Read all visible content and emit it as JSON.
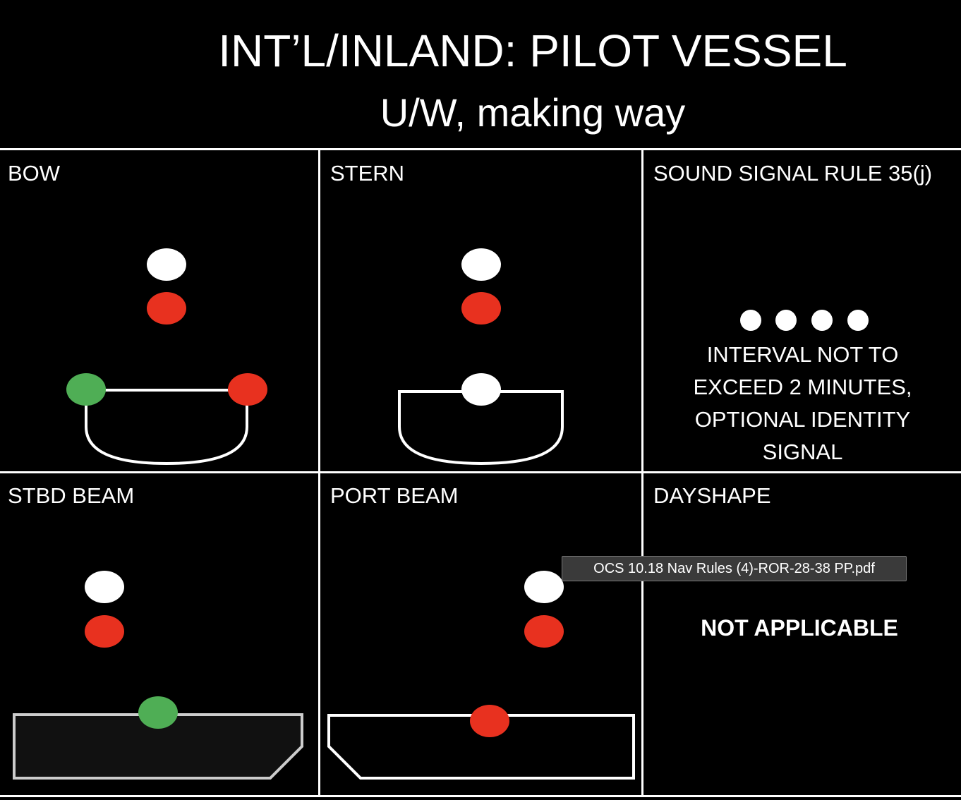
{
  "header": {
    "title": "INT’L/INLAND: PILOT VESSEL",
    "subtitle": "U/W, making way"
  },
  "panels": {
    "bow": {
      "label": "BOW"
    },
    "stern": {
      "label": "STERN"
    },
    "sound": {
      "label": "SOUND SIGNAL RULE 35(j)",
      "lines": [
        "INTERVAL NOT TO",
        "EXCEED 2 MINUTES,",
        "OPTIONAL IDENTITY",
        "SIGNAL"
      ]
    },
    "stbd": {
      "label": "STBD BEAM"
    },
    "port": {
      "label": "PORT BEAM"
    },
    "dayshape": {
      "label": "DAYSHAPE",
      "text": "NOT APPLICABLE"
    }
  },
  "tooltip": {
    "text": "OCS 10.18 Nav Rules (4)-ROR-28-38 PP.pdf"
  },
  "colors": {
    "white_light": "#ffffff",
    "red_light": "#e8311f",
    "green_light": "#4fae55",
    "background": "#000000"
  }
}
